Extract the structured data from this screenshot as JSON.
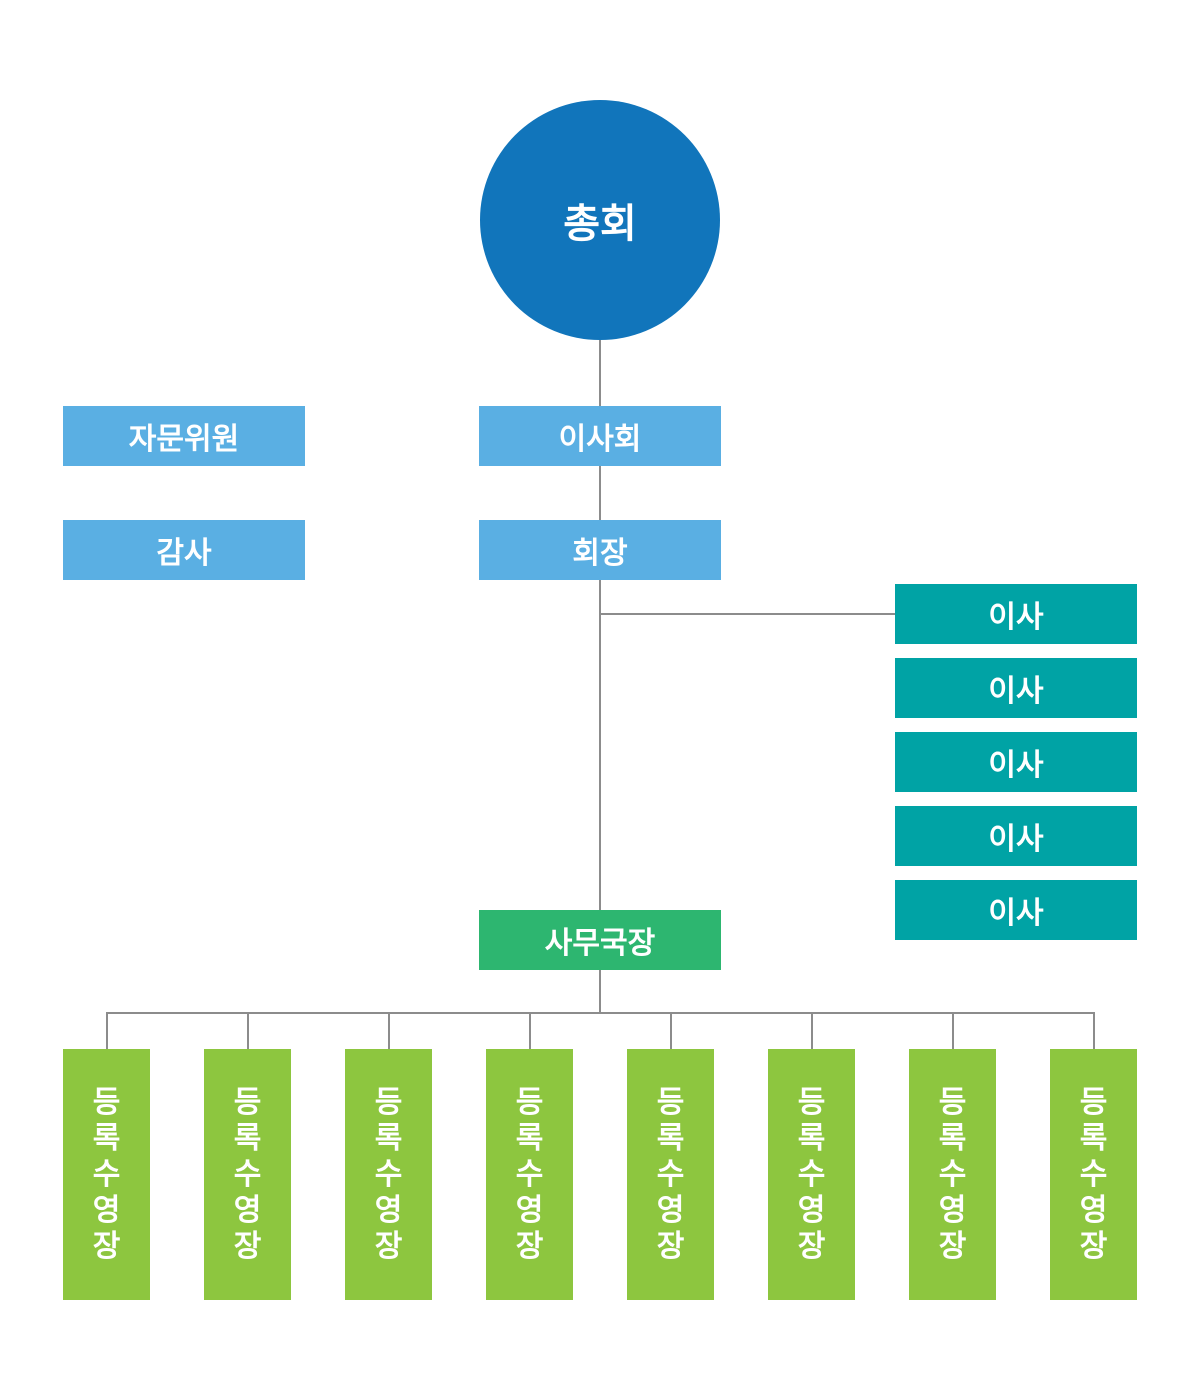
{
  "top": {
    "label": "총회"
  },
  "left_boxes": [
    "자문위원",
    "감사"
  ],
  "center_boxes": {
    "board": "이사회",
    "chair": "회장",
    "secretary": "사무국장"
  },
  "directors": [
    "이사",
    "이사",
    "이사",
    "이사",
    "이사"
  ],
  "bottom_units": [
    "등록수영장",
    "등록수영장",
    "등록수영장",
    "등록수영장",
    "등록수영장",
    "등록수영장",
    "등록수영장",
    "등록수영장"
  ],
  "colors": {
    "circle": "#1175bb",
    "light_blue": "#5aafe3",
    "teal": "#00a3a5",
    "green": "#2db670",
    "lime": "#8dc63f",
    "connector": "#8c8c8c"
  }
}
